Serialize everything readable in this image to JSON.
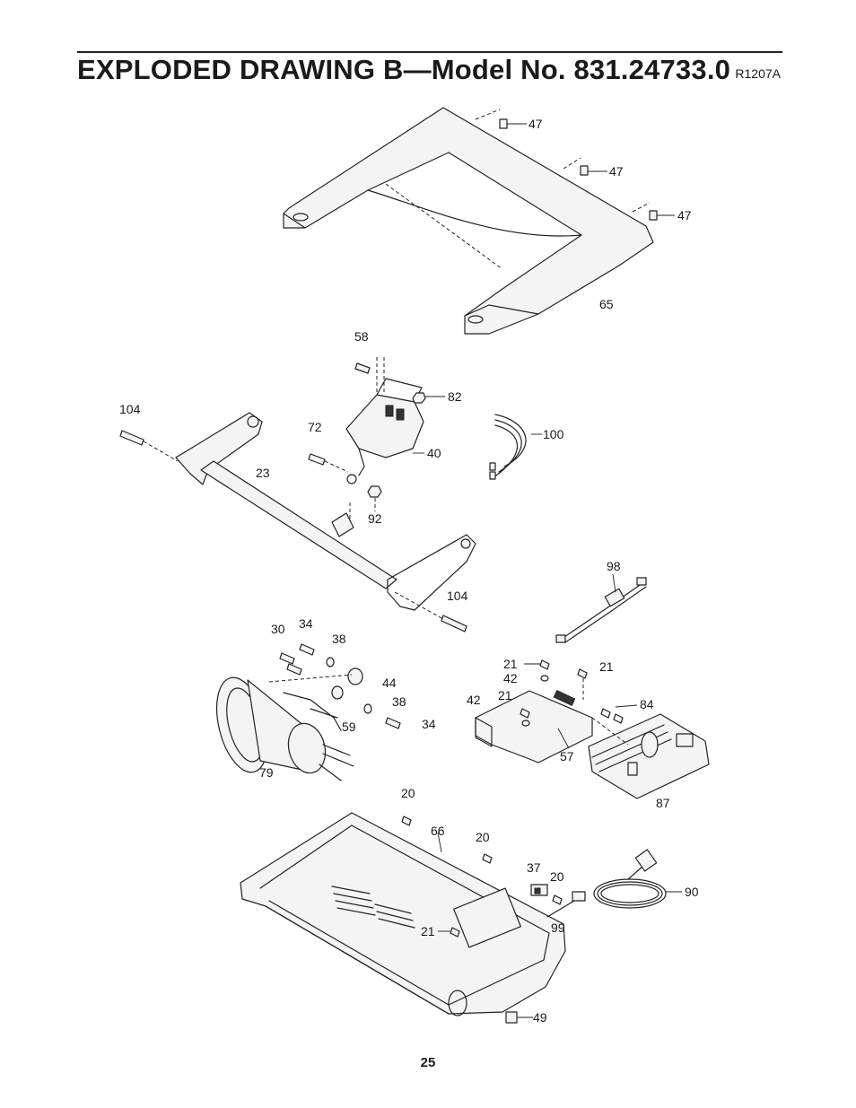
{
  "header": {
    "title": "EXPLODED DRAWING B—Model No. 831.24733.0",
    "reference_code": "R1207A"
  },
  "footer": {
    "page_number": "25"
  },
  "callouts": {
    "c47a": "47",
    "c47b": "47",
    "c47c": "47",
    "c65": "65",
    "c58": "58",
    "c82": "82",
    "c104a": "104",
    "c72": "72",
    "c40": "40",
    "c100": "100",
    "c23": "23",
    "c92": "92",
    "c104b": "104",
    "c98": "98",
    "c30": "30",
    "c34a": "34",
    "c38a": "38",
    "c44": "44",
    "c38b": "38",
    "c59": "59",
    "c34b": "34",
    "c79": "79",
    "c21a": "21",
    "c42a": "42",
    "c21b": "21",
    "c42b": "42",
    "c21c": "21",
    "c84": "84",
    "c57": "57",
    "c87": "87",
    "c20a": "20",
    "c66": "66",
    "c20b": "20",
    "c37": "37",
    "c20c": "20",
    "c90": "90",
    "c99": "99",
    "c21d": "21",
    "c49": "49"
  }
}
